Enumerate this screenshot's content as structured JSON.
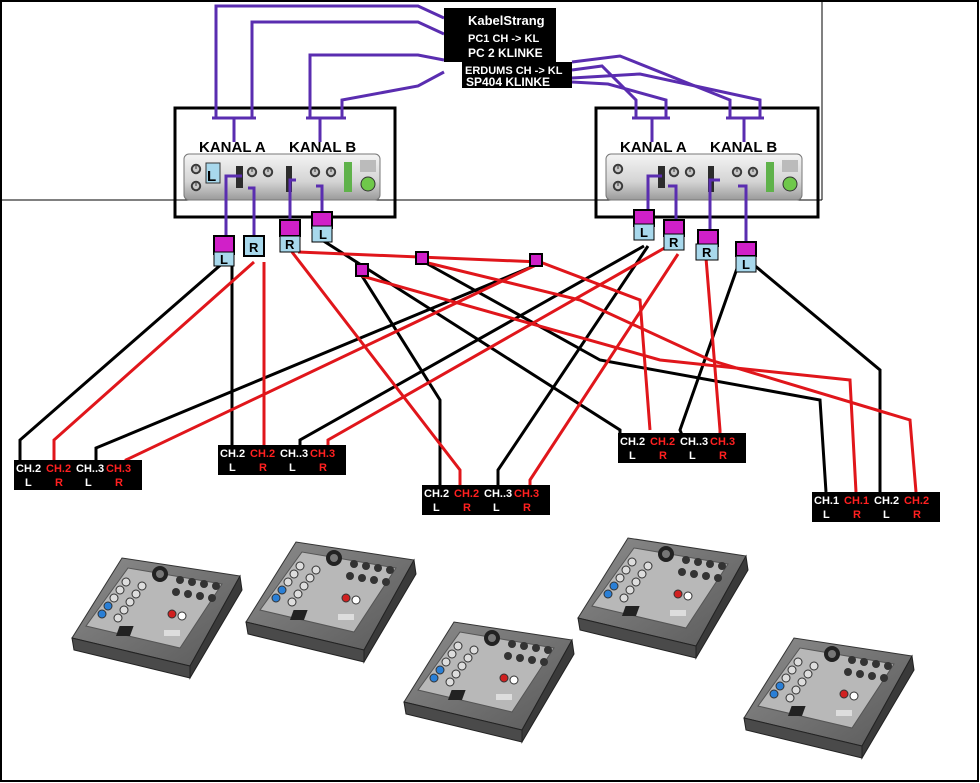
{
  "cable_box": {
    "title": "KabelStrang",
    "lines": [
      "PC1 CH -> KL",
      "PC 2 KLINKE",
      "ERDUMS CH -> KL",
      "SP404 KLINKE"
    ]
  },
  "amps": [
    {
      "kanal_a": "KANAL A",
      "kanal_b": "KANAL B"
    },
    {
      "kanal_a": "KANAL A",
      "kanal_b": "KANAL B"
    }
  ],
  "plug_letters": {
    "left": "L",
    "right": "R",
    "jack_letter": "L"
  },
  "channel_blocks": [
    {
      "labels": [
        {
          "ch": "CH.2",
          "side": "L",
          "color": "white"
        },
        {
          "ch": "CH.2",
          "side": "R",
          "color": "red"
        },
        {
          "ch": "CH..3",
          "side": "L",
          "color": "white"
        },
        {
          "ch": "CH.3",
          "side": "R",
          "color": "red"
        }
      ]
    },
    {
      "labels": [
        {
          "ch": "CH.2",
          "side": "L",
          "color": "white"
        },
        {
          "ch": "CH.2",
          "side": "R",
          "color": "red"
        },
        {
          "ch": "CH..3",
          "side": "L",
          "color": "white"
        },
        {
          "ch": "CH.3",
          "side": "R",
          "color": "red"
        }
      ]
    },
    {
      "labels": [
        {
          "ch": "CH.2",
          "side": "L",
          "color": "white"
        },
        {
          "ch": "CH.2",
          "side": "R",
          "color": "red"
        },
        {
          "ch": "CH..3",
          "side": "L",
          "color": "white"
        },
        {
          "ch": "CH.3",
          "side": "R",
          "color": "red"
        }
      ]
    },
    {
      "labels": [
        {
          "ch": "CH.2",
          "side": "L",
          "color": "white"
        },
        {
          "ch": "CH.2",
          "side": "R",
          "color": "red"
        },
        {
          "ch": "CH..3",
          "side": "L",
          "color": "white"
        },
        {
          "ch": "CH.3",
          "side": "R",
          "color": "red"
        }
      ]
    },
    {
      "labels": [
        {
          "ch": "CH.1",
          "side": "L",
          "color": "white"
        },
        {
          "ch": "CH.1",
          "side": "R",
          "color": "red"
        },
        {
          "ch": "CH.2",
          "side": "L",
          "color": "white"
        },
        {
          "ch": "CH.2",
          "side": "R",
          "color": "red"
        }
      ]
    }
  ],
  "mixer_count": 5,
  "colors": {
    "purple_cable": "#5a2db0",
    "red_cable": "#e0161b",
    "black_cable": "#000000",
    "plug_blue": "#a8d8ec",
    "plug_pink": "#d020c8",
    "block_bg": "#000000",
    "block_red_text": "#ff2020"
  }
}
